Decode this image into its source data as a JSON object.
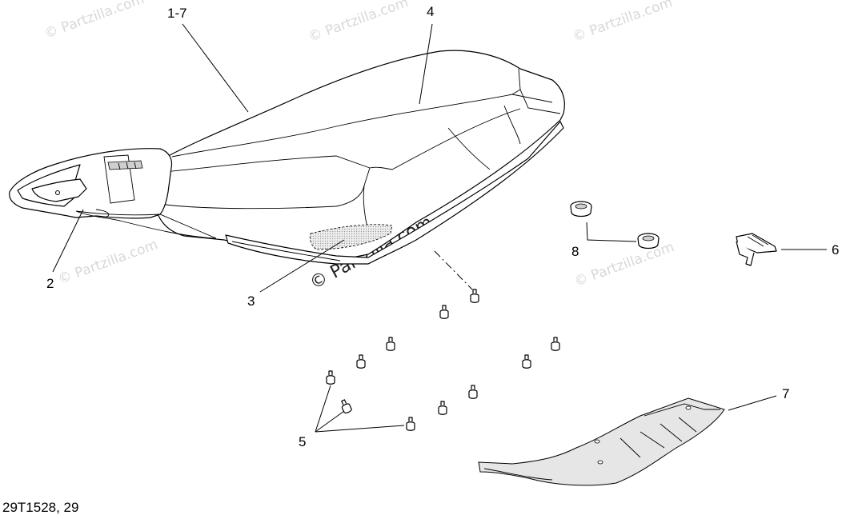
{
  "watermark": {
    "text": "© Partzilla.com",
    "feature_text": "© Partzilla.com"
  },
  "callouts": {
    "label_1_7": "1-7",
    "label_2": "2",
    "label_3": "3",
    "label_4": "4",
    "label_5": "5",
    "label_6": "6",
    "label_7": "7",
    "label_8": "8"
  },
  "footer": {
    "drawing_id": "29T1528, 29"
  },
  "colors": {
    "line": "#000000",
    "watermark": "#d8d8d8",
    "hatch_patch": "#dcdcdc",
    "background": "#ffffff"
  }
}
